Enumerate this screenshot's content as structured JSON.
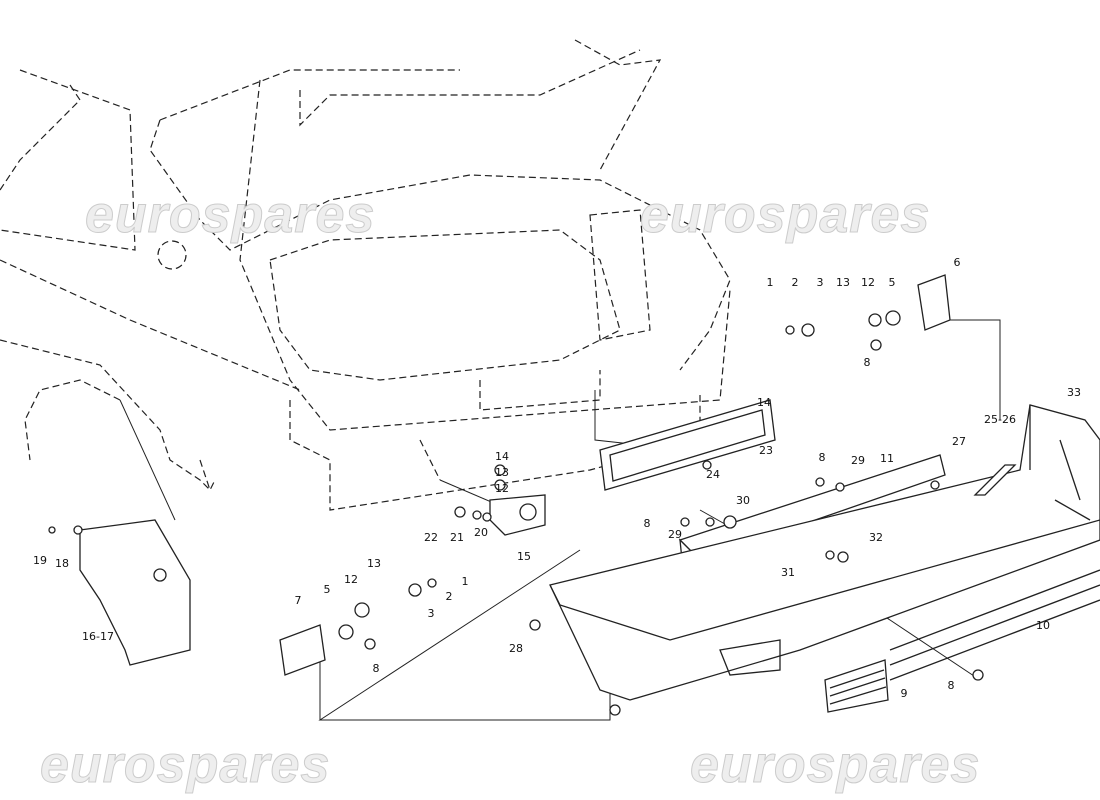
{
  "watermark": "eurospares",
  "callouts": {
    "top_1": "1",
    "top_2": "2",
    "top_3": "3",
    "top_13": "13",
    "top_12": "12",
    "top_5": "5",
    "top_6": "6",
    "top_8": "8",
    "plate_14": "14",
    "plate_23": "23",
    "plate_24": "24",
    "r_33": "33",
    "r_25_26": "25-26",
    "r_27": "27",
    "r_8": "8",
    "r_29": "29",
    "r_11": "11",
    "m_30": "30",
    "m_8": "8",
    "m_29": "29",
    "m_32": "32",
    "m_31": "31",
    "b_10": "10",
    "b_9": "9",
    "b_8": "8",
    "b_28": "28",
    "c_14": "14",
    "c_13": "13",
    "c_12": "12",
    "c_22": "22",
    "c_21": "21",
    "c_20": "20",
    "c_15": "15",
    "l_13": "13",
    "l_12": "12",
    "l_5": "5",
    "l_1": "1",
    "l_2": "2",
    "l_3": "3",
    "l_7": "7",
    "l_8": "8",
    "f_19": "19",
    "f_18": "18",
    "f_16_17": "16-17"
  }
}
